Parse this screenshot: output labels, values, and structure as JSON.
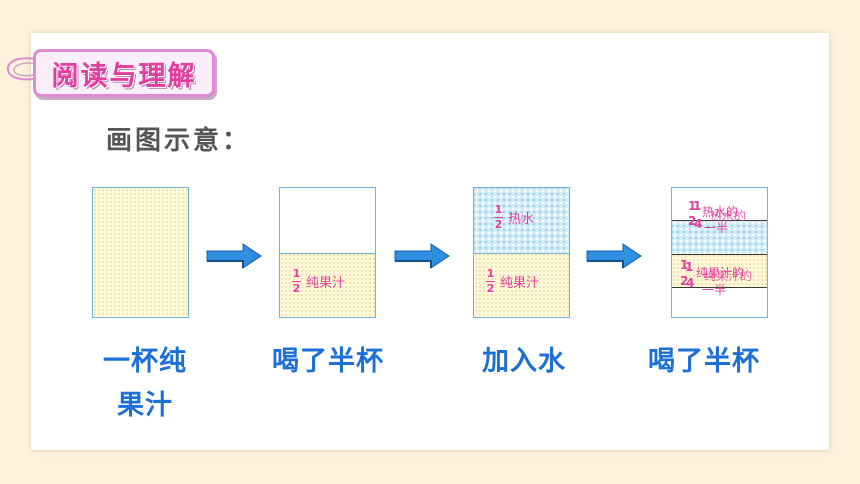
{
  "section_badge": "阅读与理解",
  "subtitle": "画图示意：",
  "cup2": {
    "num": "1",
    "den": "2",
    "text": "纯果汁"
  },
  "cup3": {
    "top": {
      "num": "1",
      "den": "2",
      "text": "热水"
    },
    "bottom": {
      "num": "1",
      "den": "2",
      "text": "纯果汁"
    }
  },
  "cup4": {
    "water_a": "1",
    "water_b": "1",
    "water_den_a": "2",
    "water_den_b": "4",
    "water_text": "热水的",
    "water_text2": "一半",
    "juice_a": "1",
    "juice_b": "1",
    "juice_den_a": "2",
    "juice_den_b": "4",
    "juice_text": "纯果汁的",
    "juice_text2": "一半"
  },
  "captions": {
    "step1_line1": "一杯纯",
    "step1_line2": "果汁",
    "step2": "喝了半杯",
    "step3": "加入水",
    "step4": "喝了半杯"
  },
  "colors": {
    "pink": "#e23ea0",
    "blue": "#1d6fd8",
    "arrow": "#2f8fe0"
  }
}
